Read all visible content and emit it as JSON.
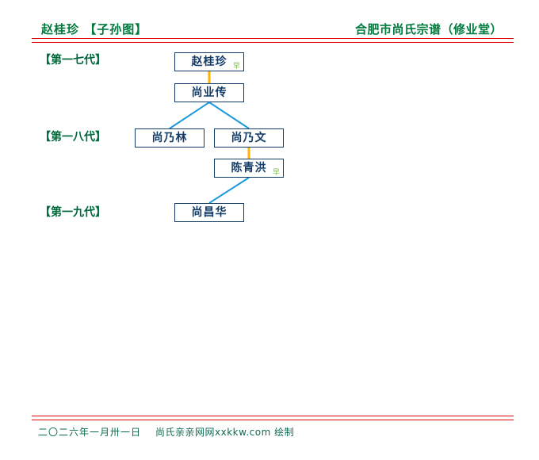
{
  "header": {
    "title_left": "赵桂珍  【子孙图】",
    "title_right": "合肥市尚氏宗谱（修业堂）"
  },
  "footer": {
    "date": "二〇二六年一月卅一日",
    "credit": "尚氏亲亲网网xxkkw.com 绘制"
  },
  "generations": [
    {
      "label": "【第一七代】"
    },
    {
      "label": "【第一八代】"
    },
    {
      "label": "【第一九代】"
    }
  ],
  "people": [
    {
      "name": "赵桂珍",
      "mark": "早"
    },
    {
      "name": "尚业传",
      "mark": ""
    },
    {
      "name": "尚乃林",
      "mark": ""
    },
    {
      "name": "尚乃文",
      "mark": ""
    },
    {
      "name": "陈青洪",
      "mark": "早"
    },
    {
      "name": "尚昌华",
      "mark": ""
    }
  ],
  "colors": {
    "header_green": "#007a3d",
    "rule_red": "#e00000",
    "gen_label_green": "#00693c",
    "box_navy": "#123b66",
    "spouse_line_orange": "#ffb400",
    "child_line_blue": "#1c9ae0",
    "mark_green": "#7ac143",
    "footer_teal": "#0c6b52"
  }
}
